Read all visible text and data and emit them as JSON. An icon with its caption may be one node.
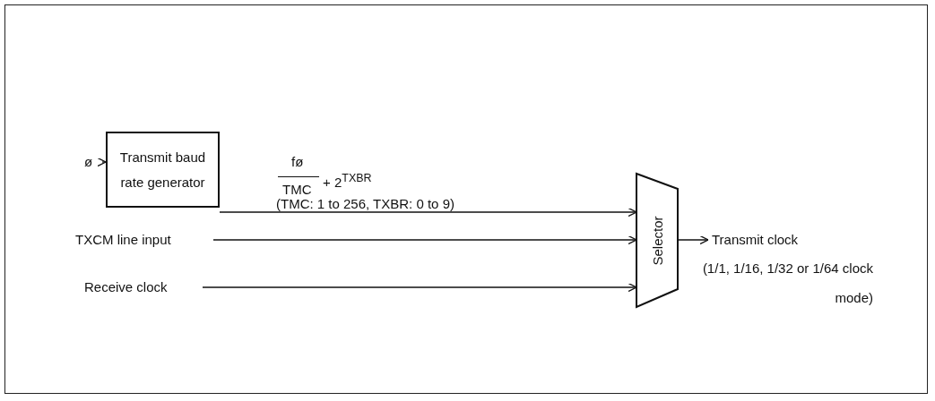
{
  "diagram": {
    "nodes": [
      {
        "text": [
          "ø"
        ]
      },
      {
        "text": [
          "Transmit baud rate generator"
        ]
      },
      {
        "text": [
          "TXCM line input"
        ]
      },
      {
        "text": [
          "Receive clock"
        ]
      },
      {
        "text": [
          "Selector"
        ]
      },
      {
        "text": [
          "Transmit clock"
        ],
        "beside": [
          "(1/1, 1/16, 1/32 or 1/64 clock mode)"
        ]
      }
    ],
    "edges": [
      {
        "from": 0,
        "to": 1,
        "arrow": "to"
      },
      {
        "from": 1,
        "to": 4,
        "arrow": "to",
        "label": "(TMC: 1 to 256, TXBR: 0 to 9)"
      },
      {
        "from": 2,
        "to": 4,
        "arrow": "to"
      },
      {
        "from": 3,
        "to": 4,
        "arrow": "to"
      },
      {
        "from": 4,
        "to": 5,
        "arrow": "to"
      }
    ],
    "labels": [
      "fø",
      "TMC",
      "+ 2$^{TXBR}$"
    ]
  }
}
